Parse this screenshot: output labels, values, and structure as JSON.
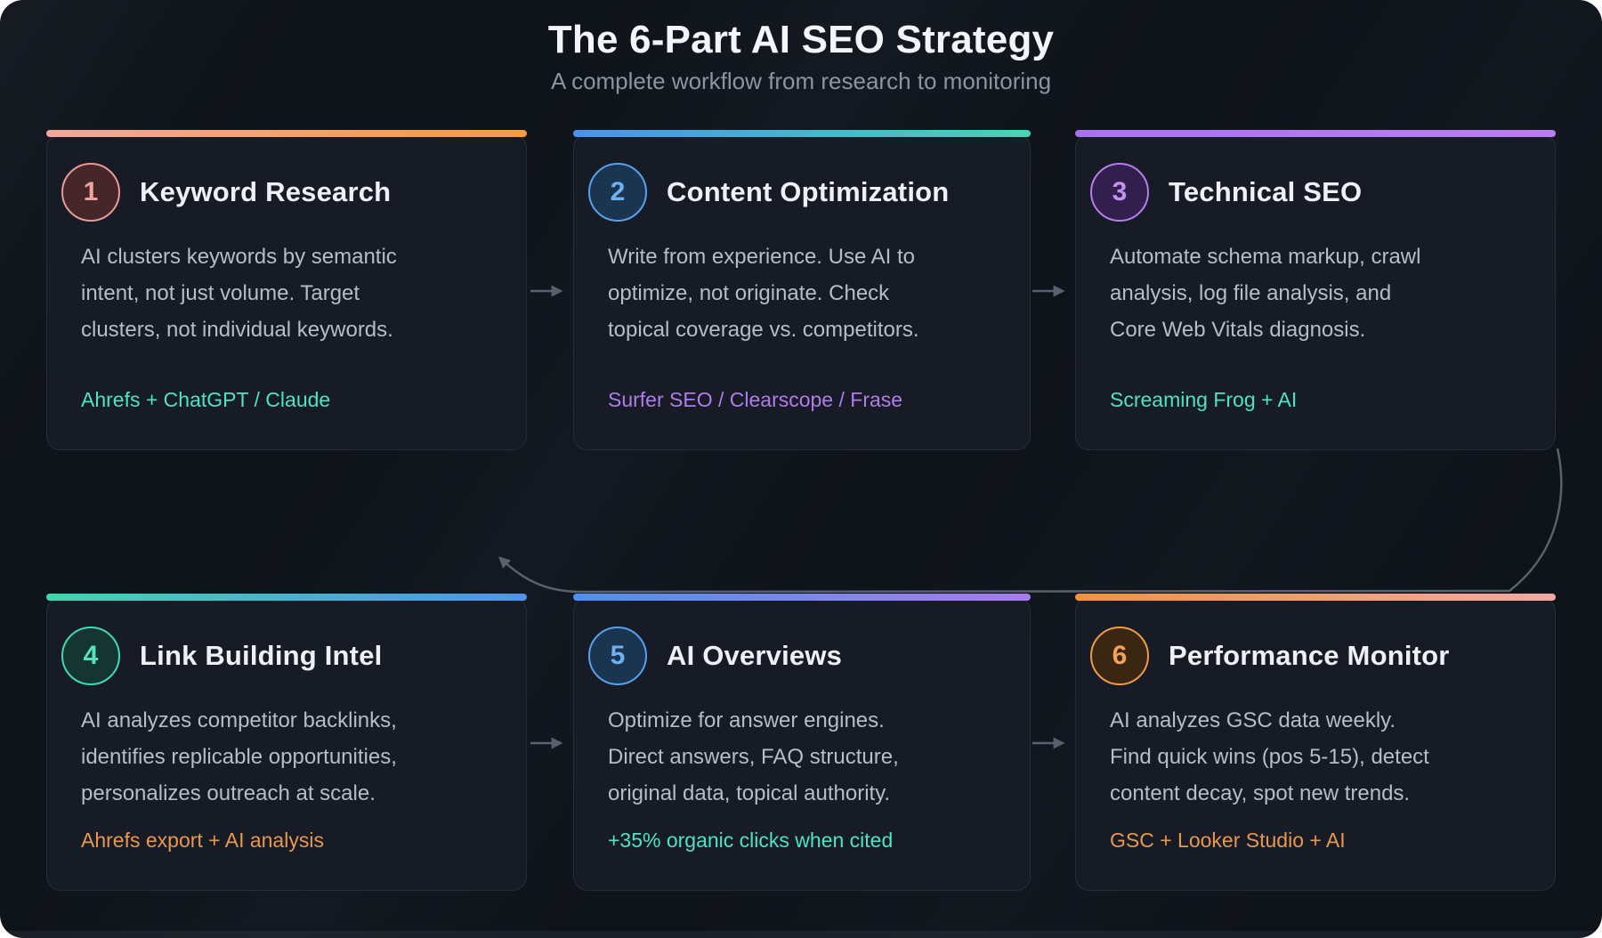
{
  "header": {
    "title": "The 6-Part AI SEO Strategy",
    "subtitle": "A complete workflow from research to monitoring"
  },
  "colors": {
    "page_background": "#0f131a",
    "card_background": "#161b25",
    "card_border": "#262d39",
    "title_text": "#f3f5f8",
    "subtitle_text": "#8b95a1",
    "card_title_text": "#edf1f5",
    "body_text": "#b6bdc7",
    "flow_arrow": "#58616d"
  },
  "cards": [
    {
      "number": "1",
      "title": "Keyword Research",
      "description": [
        "AI clusters keywords by semantic",
        "intent, not just volume. Target",
        "clusters, not individual keywords."
      ],
      "tool": "Ahrefs + ChatGPT / Claude",
      "accent_from": "#f0a79d",
      "accent_to": "#f69b3d",
      "badge_border": "#e99a92",
      "badge_fill": "#45262b",
      "badge_text": "#eda49c",
      "tool_color": "#4ee3c3"
    },
    {
      "number": "2",
      "title": "Content Optimization",
      "description": [
        "Write from experience. Use AI to",
        "optimize, not originate. Check",
        "topical coverage vs. competitors."
      ],
      "tool": "Surfer SEO / Clearscope / Frase",
      "accent_from": "#4b92ea",
      "accent_to": "#3fd8b4",
      "badge_border": "#58a1ec",
      "badge_fill": "#1b3450",
      "badge_text": "#6cb1f2",
      "tool_color": "#b07cea"
    },
    {
      "number": "3",
      "title": "Technical SEO",
      "description": [
        "Automate schema markup, crawl",
        "analysis, log file analysis, and",
        "Core Web Vitals diagnosis."
      ],
      "tool": "Screaming Frog + AI",
      "accent_from": "#a873ee",
      "accent_to": "#bb7df2",
      "badge_border": "#b67cf0",
      "badge_fill": "#321f4e",
      "badge_text": "#c48ff6",
      "tool_color": "#4ee3c3"
    },
    {
      "number": "4",
      "title": "Link Building Intel",
      "description": [
        "AI analyzes competitor backlinks,",
        "identifies replicable opportunities,",
        "personalizes outreach at scale."
      ],
      "tool": "Ahrefs export + AI analysis",
      "accent_from": "#3ed6ae",
      "accent_to": "#4f93ea",
      "badge_border": "#41d8b2",
      "badge_fill": "#143530",
      "badge_text": "#52e2bc",
      "tool_color": "#e8984e"
    },
    {
      "number": "5",
      "title": "AI Overviews",
      "description": [
        "Optimize for answer engines.",
        "Direct answers, FAQ structure,",
        "original data, topical authority."
      ],
      "tool": "+35% organic clicks when cited",
      "accent_from": "#4f90f2",
      "accent_to": "#a87cf0",
      "badge_border": "#57a0ec",
      "badge_fill": "#1b3450",
      "badge_text": "#6cb1f2",
      "tool_color": "#4ee3c3"
    },
    {
      "number": "6",
      "title": "Performance Monitor",
      "description": [
        "AI analyzes GSC data weekly.",
        "Find quick wins (pos 5-15), detect",
        "content decay, spot new trends."
      ],
      "tool": "GSC + Looker Studio + AI",
      "accent_from": "#f5923c",
      "accent_to": "#f2a9a4",
      "badge_border": "#ee9b45",
      "badge_fill": "#3a2713",
      "badge_text": "#f2a254",
      "tool_color": "#e8984e"
    }
  ]
}
